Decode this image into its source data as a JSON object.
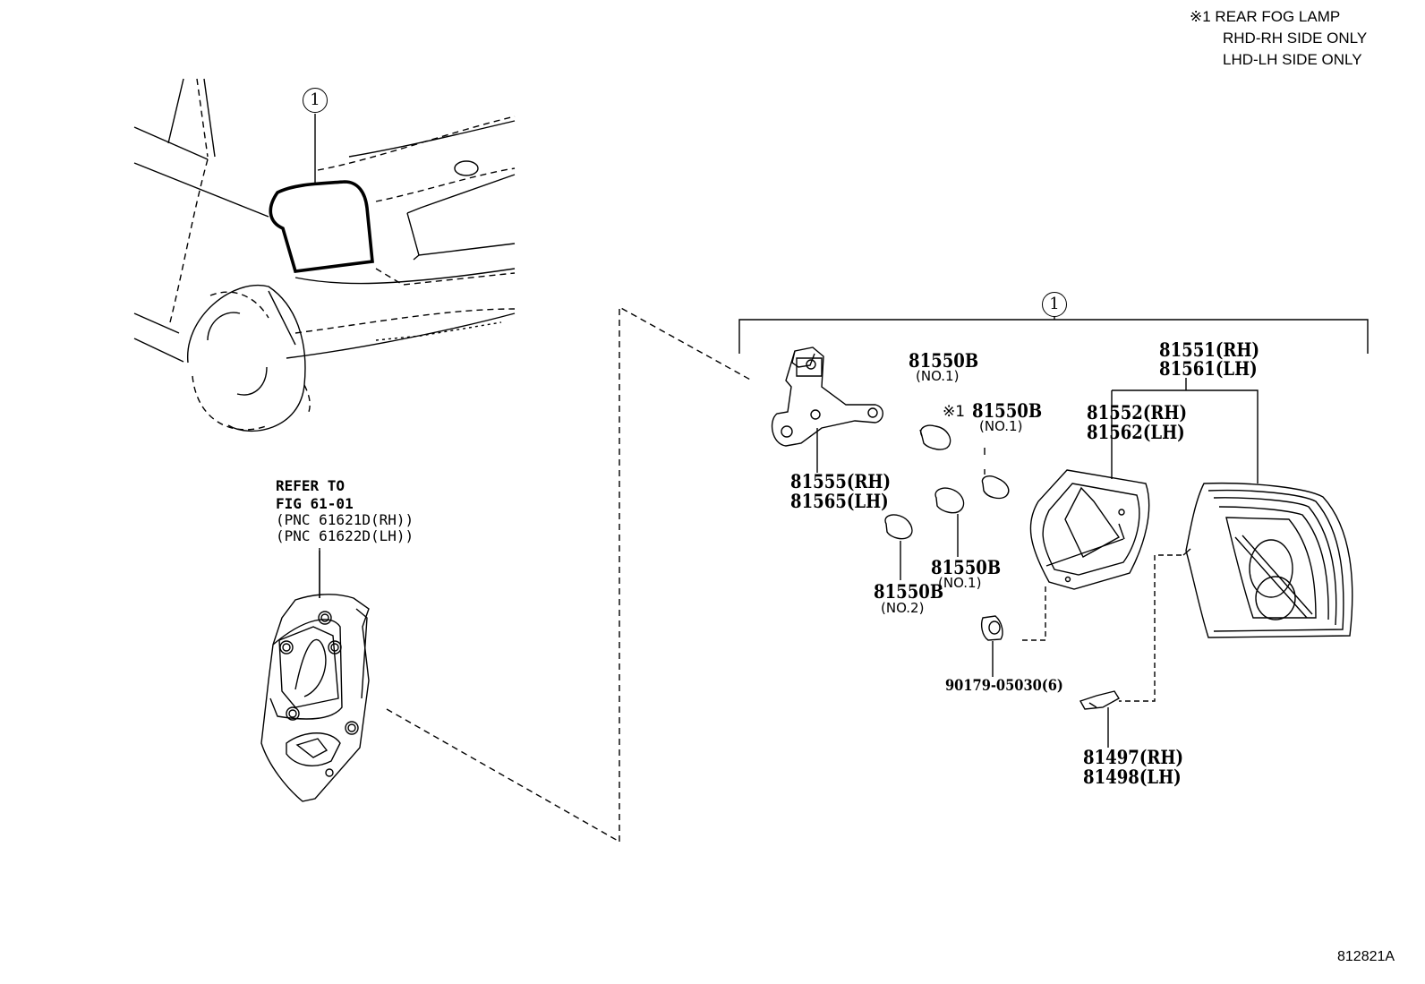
{
  "notes": {
    "line1": "※1 REAR FOG LAMP",
    "line2": "RHD-RH SIDE ONLY",
    "line3": "LHD-LH SIDE ONLY"
  },
  "callouts": {
    "car_marker": "1",
    "assembly_marker": "1"
  },
  "refer": {
    "line1": "REFER TO",
    "line2": "FIG 61-01",
    "line3": "(PNC 61621D(RH))",
    "line4": "(PNC 61622D(LH))"
  },
  "parts": {
    "p81555": "81555(RH)",
    "p81565": "81565(LH)",
    "bulb_top": "81550B",
    "bulb_top_sub": "(NO.1)",
    "bulb_fog_mark": "※1",
    "bulb_fog": "81550B",
    "bulb_fog_sub": "(NO.1)",
    "bulb_mid": "81550B",
    "bulb_mid_sub": "(NO.1)",
    "bulb_low": "81550B",
    "bulb_low_sub": "(NO.2)",
    "p81551": "81551(RH)",
    "p81561": "81561(LH)",
    "p81552": "81552(RH)",
    "p81562": "81562(LH)",
    "nut": "90179-05030(6)",
    "p81497": "81497(RH)",
    "p81498": "81498(LH)"
  },
  "figure_id": "812821A"
}
